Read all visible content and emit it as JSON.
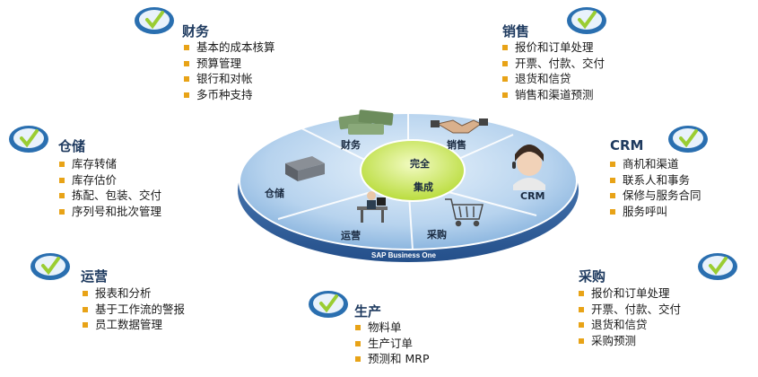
{
  "center": {
    "line1": "完全",
    "line2": "集成"
  },
  "ring_text": "SAP Business One",
  "segments": {
    "finance": "财务",
    "sales": "销售",
    "crm": "CRM",
    "warehouse": "仓储",
    "operations": "运营",
    "purchasing": "采购"
  },
  "modules": {
    "finance": {
      "title": "财务",
      "items": [
        "基本的成本核算",
        "预算管理",
        "银行和对帐",
        "多币种支持"
      ]
    },
    "sales": {
      "title": "销售",
      "items": [
        "报价和订单处理",
        "开票、付款、交付",
        "退货和信贷",
        "销售和渠道预测"
      ]
    },
    "warehouse": {
      "title": "仓储",
      "items": [
        "库存转储",
        "库存估价",
        "拣配、包装、交付",
        "序列号和批次管理"
      ]
    },
    "crm": {
      "title": "CRM",
      "items": [
        "商机和渠道",
        "联系人和事务",
        "保修与服务合同",
        "服务呼叫"
      ]
    },
    "operations": {
      "title": "运营",
      "items": [
        "报表和分析",
        "基于工作流的警报",
        "员工数据管理"
      ]
    },
    "production": {
      "title": "生产",
      "items": [
        "物料单",
        "生产订单",
        "预测和 MRP"
      ]
    },
    "purchasing": {
      "title": "采购",
      "items": [
        "报价和订单处理",
        "开票、付款、交付",
        "退货和信贷",
        "采购预测"
      ]
    }
  },
  "colors": {
    "title": "#1e3a5f",
    "bullet": "#e8a317",
    "badge": "#2a6fb0",
    "check": "#9acd32",
    "center": "#d6f07a"
  },
  "icons": [
    "check-badge-icon",
    "money-stack-icon",
    "handshake-icon",
    "headset-agent-icon",
    "warehouse-building-icon",
    "office-worker-icon",
    "shopping-cart-icon"
  ]
}
